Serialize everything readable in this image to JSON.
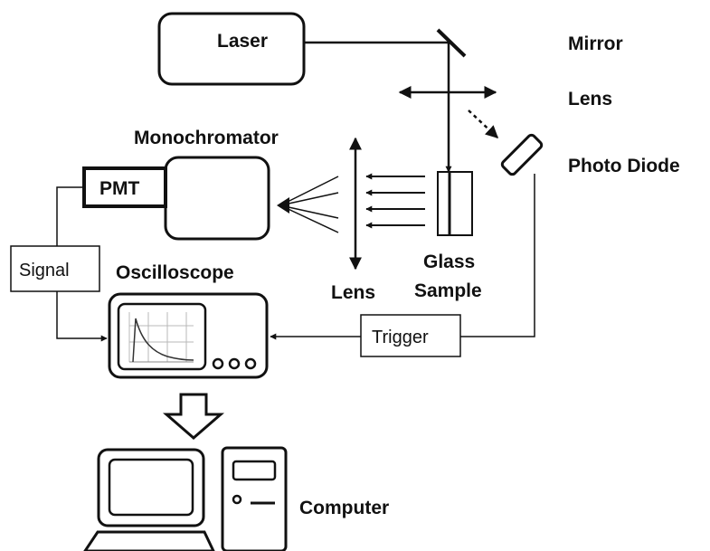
{
  "labels": {
    "laser": "Laser",
    "mirror": "Mirror",
    "lens_top": "Lens",
    "photo_diode": "Photo Diode",
    "monochromator": "Monochromator",
    "pmt": "PMT",
    "signal": "Signal",
    "oscilloscope": "Oscilloscope",
    "lens_bottom": "Lens",
    "glass": "Glass",
    "sample": "Sample",
    "trigger": "Trigger",
    "computer": "Computer"
  },
  "colors": {
    "line": "#111111",
    "background": "#ffffff",
    "screen_grid": "#b8b8b8"
  }
}
